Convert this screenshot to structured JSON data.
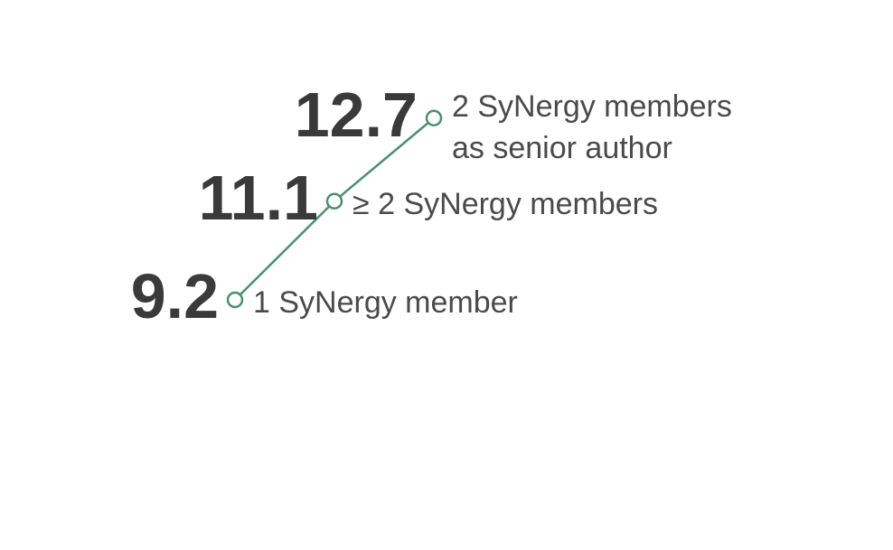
{
  "chart_data": {
    "type": "line",
    "series": [
      {
        "color": "#4a8f6f",
        "points": [
          {
            "y": 9.2,
            "value_label": "9.2",
            "label": [
              "1 SyNergy member"
            ]
          },
          {
            "y": 11.1,
            "value_label": "11.1",
            "label": [
              "≥ 2 SyNergy members"
            ]
          },
          {
            "y": 12.7,
            "value_label": "12.7",
            "label": [
              "2 SyNergy members",
              "as senior author"
            ]
          }
        ]
      }
    ]
  }
}
